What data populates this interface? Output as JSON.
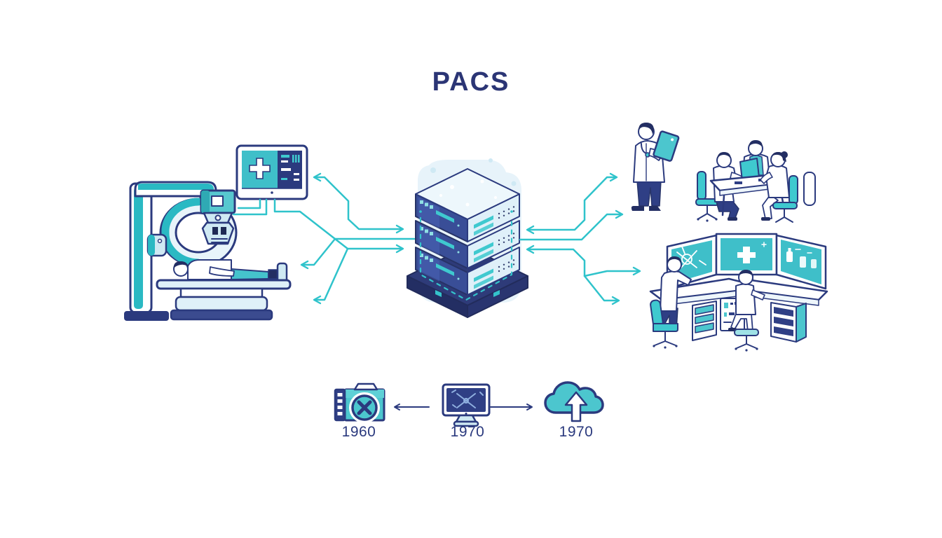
{
  "title": "PACS",
  "colors": {
    "accent_teal": "#2fc3cb",
    "fill_teal": "#4cc6ce",
    "navy_outline": "#2b3a7e",
    "dark_navy": "#232e63",
    "server_face_blue": "#394e97",
    "light_blue": "#dff0f8",
    "backdrop_blue": "#e7f3fa",
    "title_color": "#2b3575",
    "year_label_color": "#2b3a7e"
  },
  "icons": {
    "left": [
      "ct-scanner-with-patient-icon",
      "medical-display-cross-icon"
    ],
    "center": [
      "pacs-server-stack-icon",
      "dashed-shield-outline-icon"
    ],
    "right": [
      "doctor-with-tablet-icon",
      "care-team-meeting-icon",
      "radiology-workstations-icon"
    ],
    "timeline": [
      "film-folder-rejected-icon",
      "crt-monitor-xray-icon",
      "cloud-upload-icon"
    ]
  },
  "timeline": {
    "items": [
      {
        "year": "1960"
      },
      {
        "year": "1970"
      },
      {
        "year": "1970"
      }
    ]
  }
}
